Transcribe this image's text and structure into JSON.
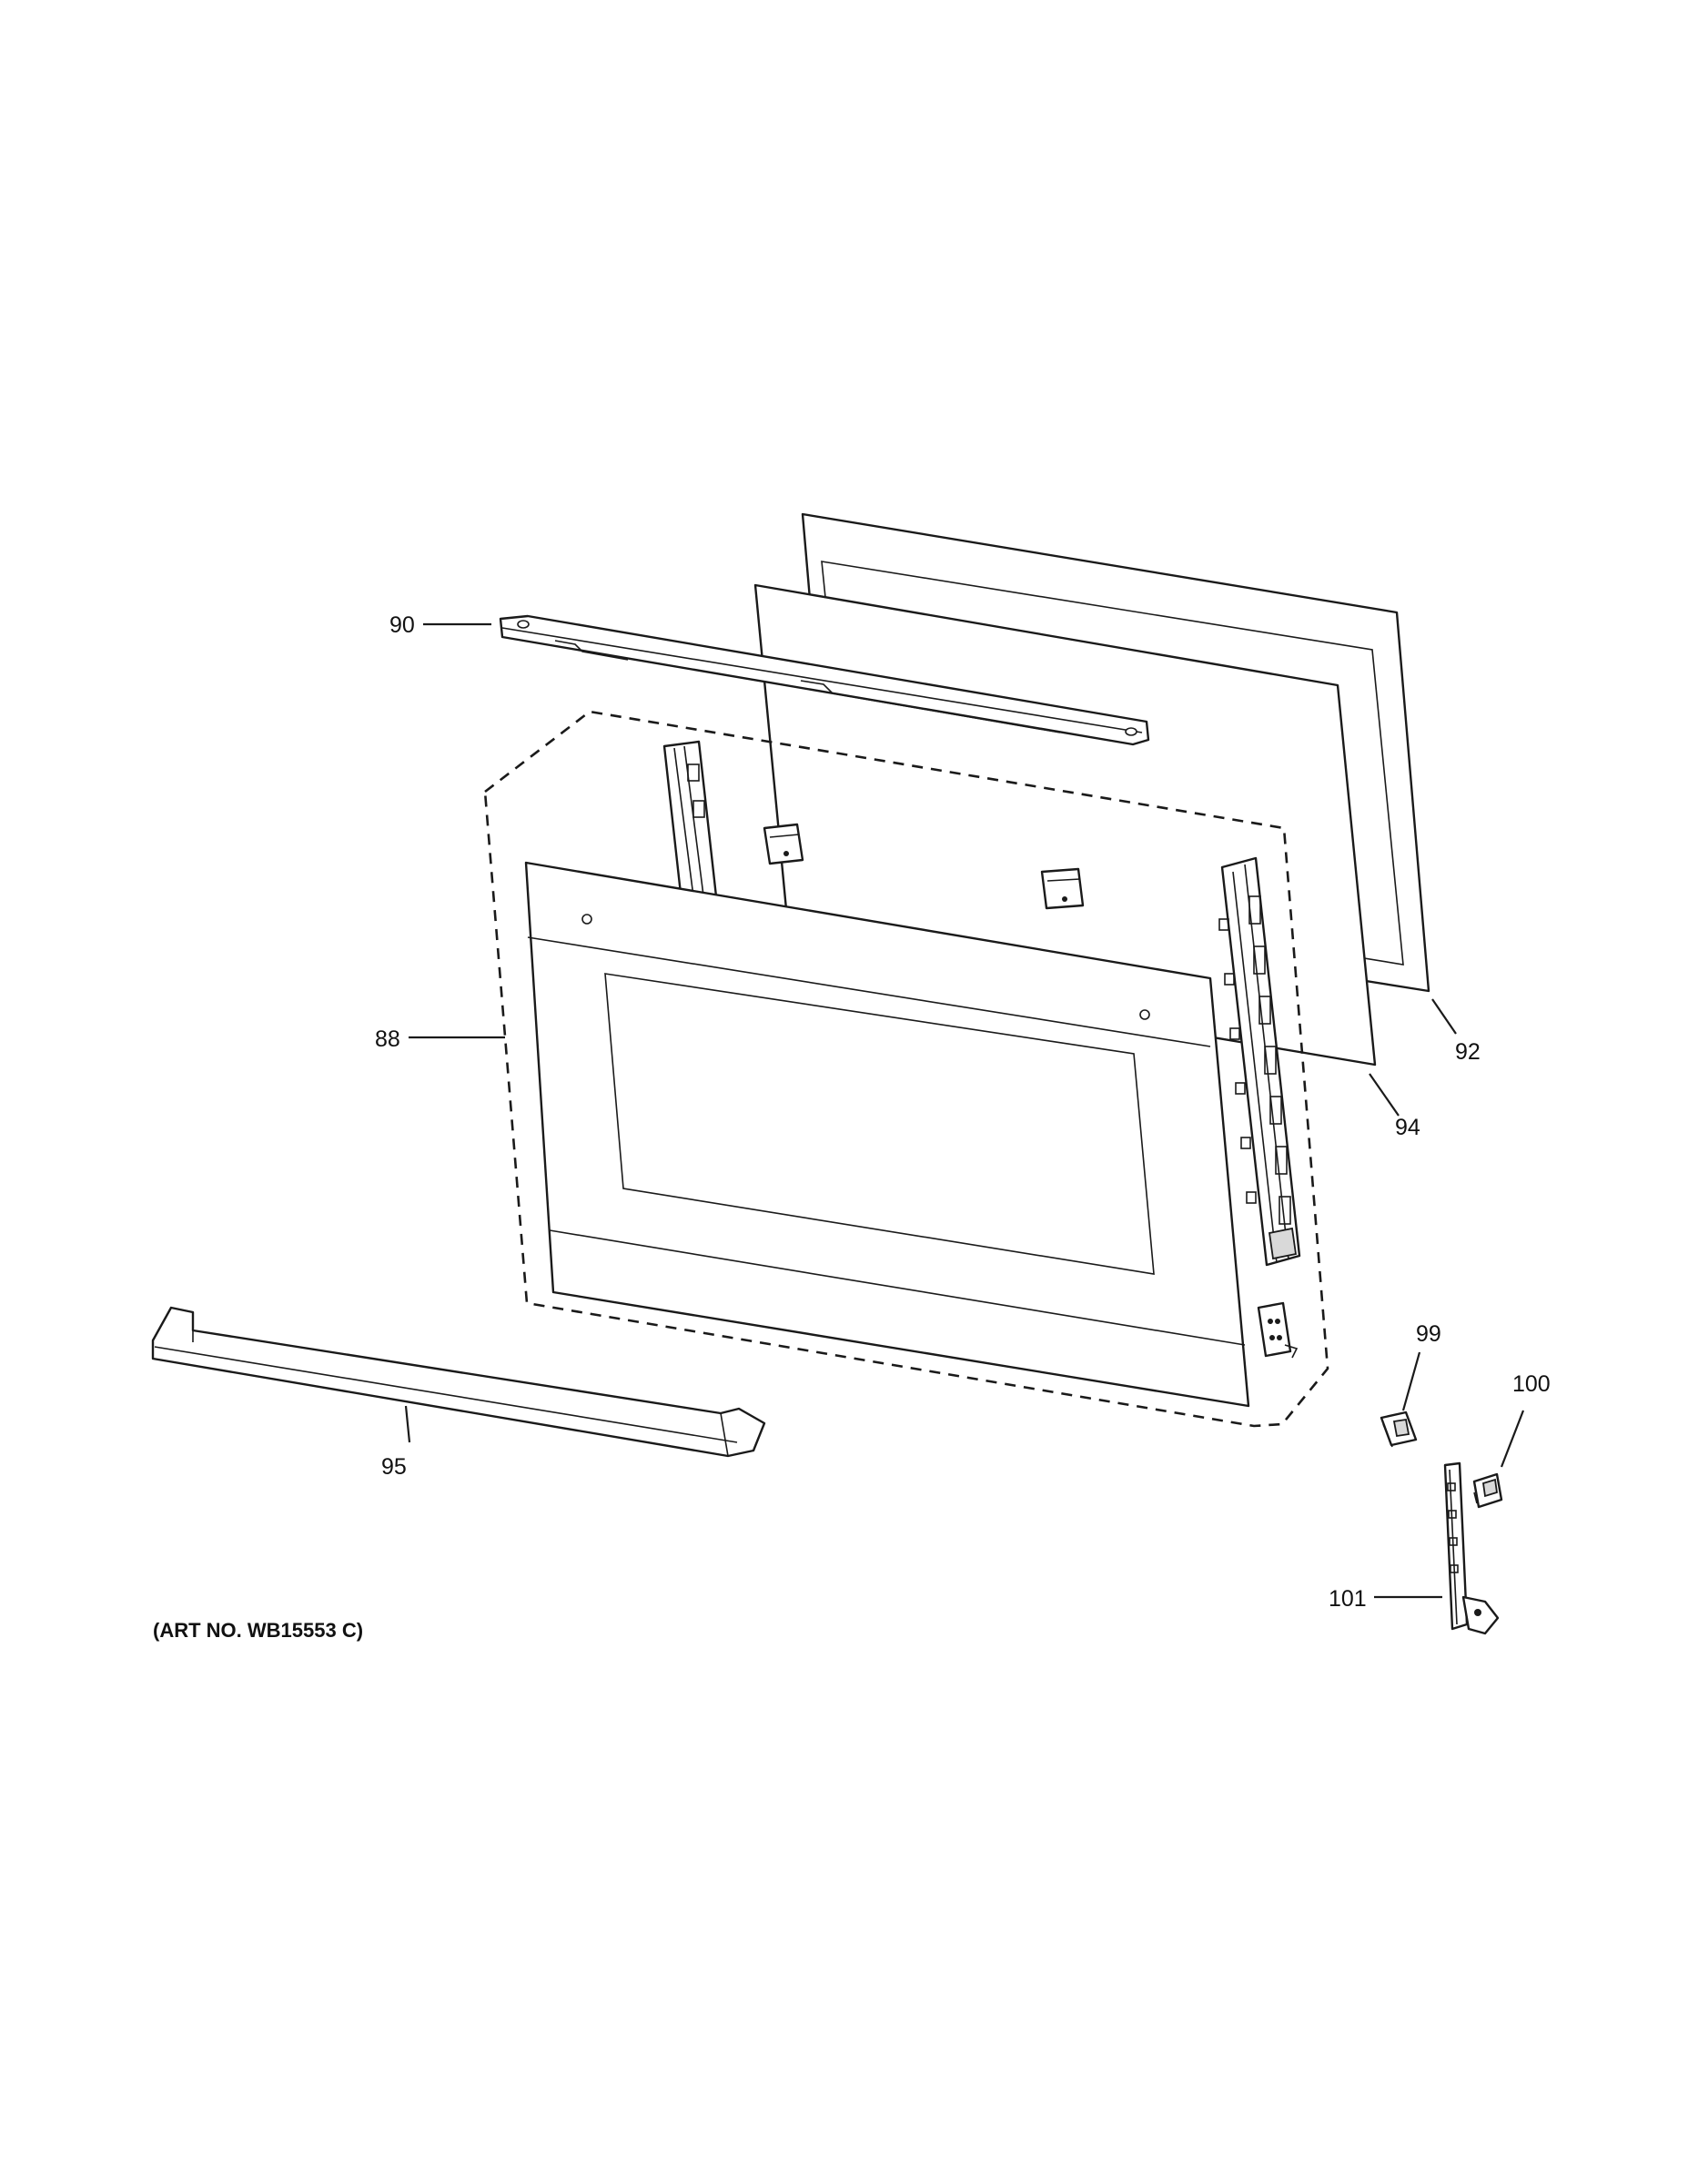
{
  "diagram": {
    "art_number": "(ART NO. WB15553 C)",
    "callouts": [
      {
        "id": "88",
        "label": "88",
        "part": "door-assembly"
      },
      {
        "id": "90",
        "label": "90",
        "part": "door-top-trim"
      },
      {
        "id": "92",
        "label": "92",
        "part": "rear-glass-panel"
      },
      {
        "id": "94",
        "label": "94",
        "part": "inner-glass-panel"
      },
      {
        "id": "95",
        "label": "95",
        "part": "door-handle"
      },
      {
        "id": "99",
        "label": "99",
        "part": "hinge-clip"
      },
      {
        "id": "100",
        "label": "100",
        "part": "hinge-receiver"
      },
      {
        "id": "101",
        "label": "101",
        "part": "door-hinge"
      }
    ],
    "colors": {
      "line": "#1a1a1a",
      "background": "#ffffff",
      "shade": "#d9d9d9"
    }
  }
}
